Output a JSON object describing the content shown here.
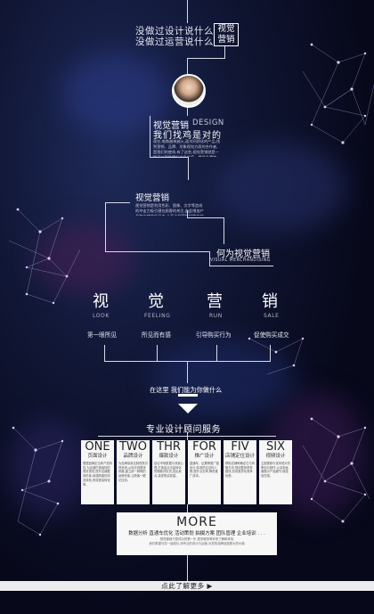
{
  "hero": {
    "line1": "没做过设计说什么",
    "line2": "没做过运营说什么",
    "box": "视觉营销"
  },
  "intro": {
    "title": "视觉营销",
    "title_en": "DESIGN",
    "subtitle": "我们找鸡是对的",
    "body": "现在,电商越来越火,面对同质化的产品,找到营销、品牌、形象视觉方面的合作者,是我们的使命,有了这些,视觉营销就是一种可以帮助提升产品价值、增强品牌特性,让产品有差异化、让视觉信息诱导消费者购买的营销方式。"
  },
  "section2": {
    "title": "视觉营销",
    "body": "视觉营销是利用色彩、图像、文字等造成的冲击力吸引潜在顾客的关注,由此增加产品和店铺的吸引力,从而达到营销制胜的效果。"
  },
  "what_is": {
    "title": "何为视觉营销",
    "subtitle": "VISUAL MERCHANDISING"
  },
  "pillars": [
    {
      "cn": "视",
      "en": "LOOK",
      "caption": "第一眼所见"
    },
    {
      "cn": "觉",
      "en": "FEELING",
      "caption": "所见而有感"
    },
    {
      "cn": "营",
      "en": "RUN",
      "caption": "引导购买行为"
    },
    {
      "cn": "销",
      "en": "SALE",
      "caption": "促使购买成交"
    }
  ],
  "here": "在这里 我们能为你做什么",
  "services_title": "专业设计顾问服务",
  "cards": [
    {
      "en": "ONE",
      "cn": "页面设计",
      "body": "根据品牌定位和产品特性,为店铺打造独特的首页视觉,提升店铺整体形象,增强顾客的浏览体验,有效提高转化率。"
    },
    {
      "en": "TWO",
      "cn": "品牌设计",
      "body": "为品牌量身定制视觉识别系统,从标志到整体风格,建立统一鲜明的品牌形象,让顾客一眼记住你。"
    },
    {
      "en": "THR",
      "cn": "爆款设计",
      "body": "结合市场数据与消费心理,打造高点击高转化的爆款详情页,突出卖点,激发购买欲望。"
    },
    {
      "en": "FOR",
      "cn": "推广设计",
      "body": "直通车、钻展等推广图设计,精准抓住目标人群,提升点击率,降低推广成本。"
    },
    {
      "en": "FIV",
      "cn": "店铺定位设计",
      "body": "帮助店铺明确定位与风格方向,规划整体视觉路线,形成差异化竞争优势。"
    },
    {
      "en": "SIX",
      "cn": "视频设计",
      "body": "主图视频与宣传短片的策划与制作,以动态画面展示产品细节,增强信任感。"
    }
  ],
  "more": {
    "title": "MORE",
    "services": "数据分析 直通车优化 活动策划 拍摄方案 团队管理 企业培训 . . .",
    "detail1": "视觉营销只是成功的第一步,更多服务等你来了解和体验",
    "detail2": "我们希望与您一起成长,用专业的设计与运营,为您的品牌创造更大的价值"
  },
  "footer": "点此了解更多 ▶"
}
